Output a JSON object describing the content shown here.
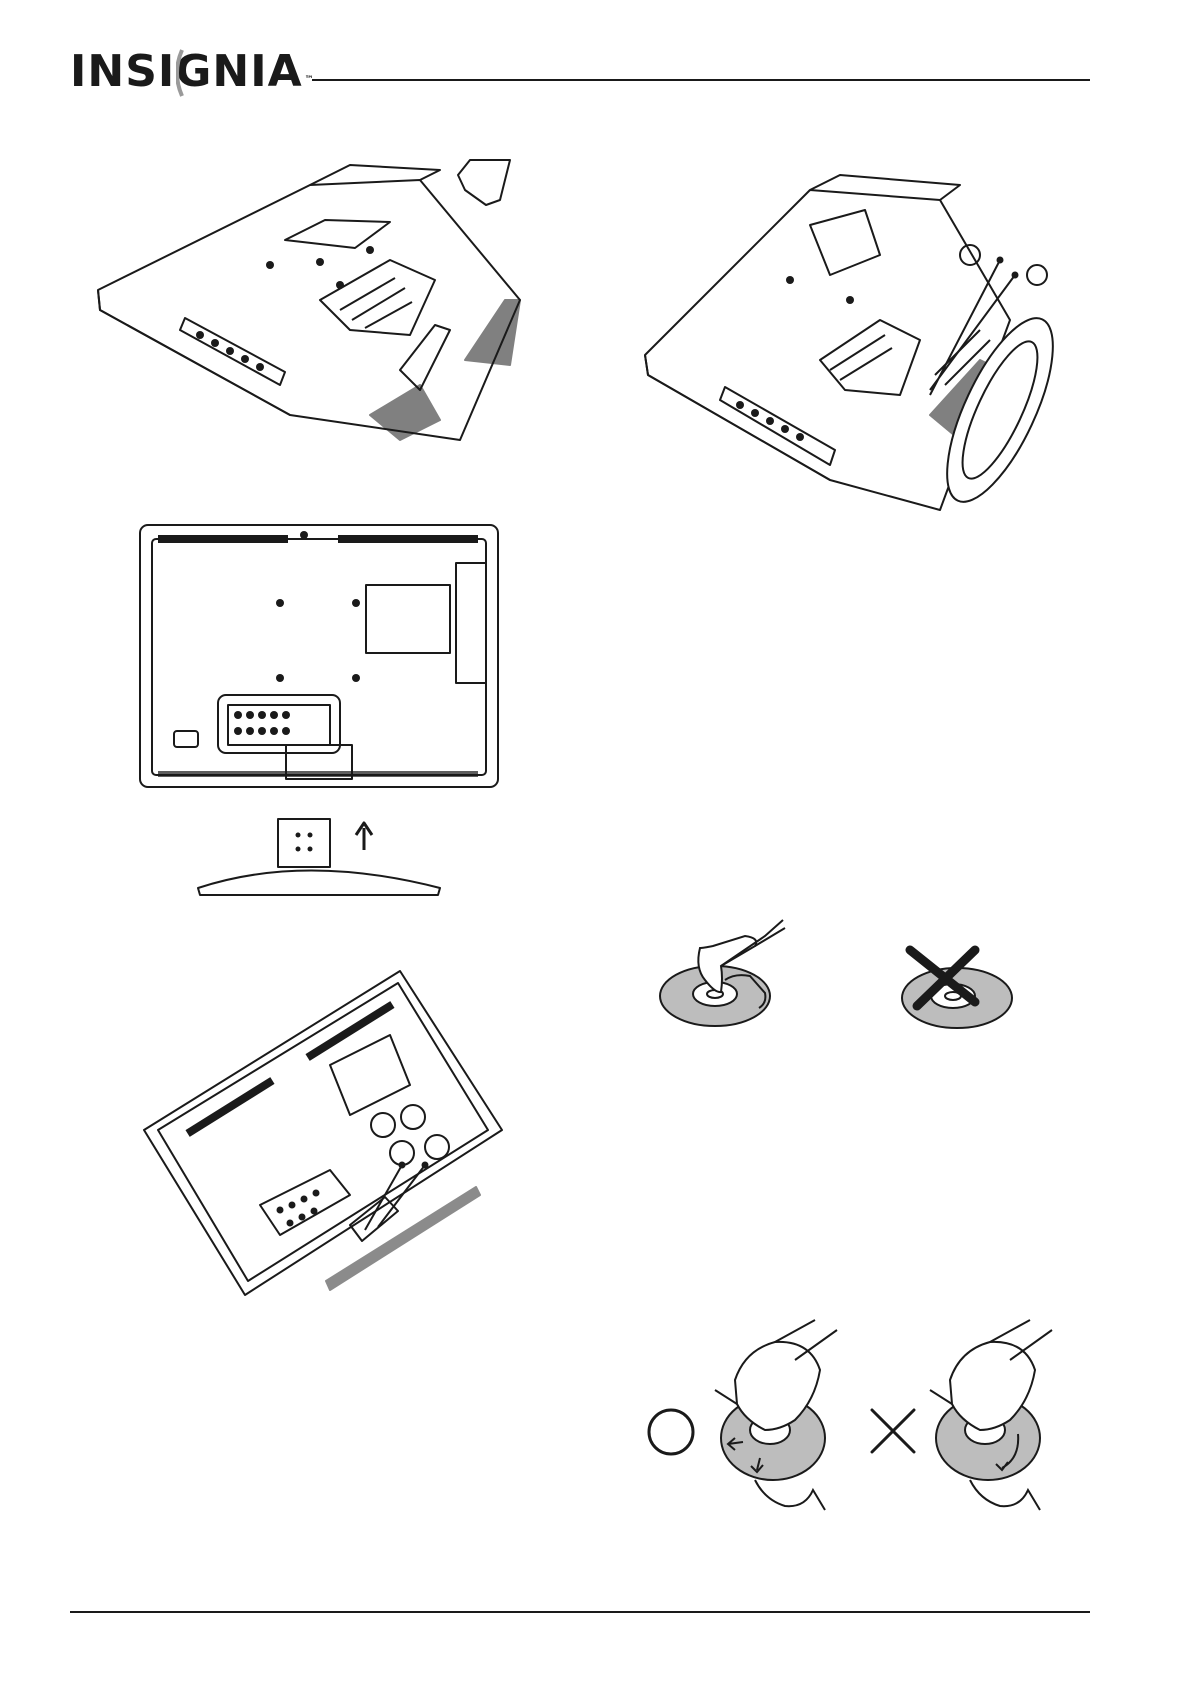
{
  "header": {
    "brand": "INSIGNIA",
    "trademark": "™"
  },
  "figures": [
    {
      "name": "tv-rear-lying-with-stand-neck",
      "icon": "tv-illustration"
    },
    {
      "name": "tv-rear-lying-with-stand-attached",
      "icon": "tv-illustration"
    },
    {
      "name": "tv-rear-upright-stand-below",
      "icon": "tv-illustration"
    },
    {
      "name": "tv-rear-tilted-with-screws",
      "icon": "tv-illustration"
    },
    {
      "name": "disc-holding-correct",
      "icon": "disc-hand"
    },
    {
      "name": "disc-holding-incorrect",
      "icon": "disc-crossed"
    },
    {
      "name": "disc-cleaning-correct",
      "icon": "disc-clean-ok"
    },
    {
      "name": "disc-cleaning-incorrect",
      "icon": "disc-clean-wrong"
    }
  ],
  "colors": {
    "ink": "#1a1a1a",
    "disc": "#bdbdbd",
    "background": "#ffffff"
  }
}
